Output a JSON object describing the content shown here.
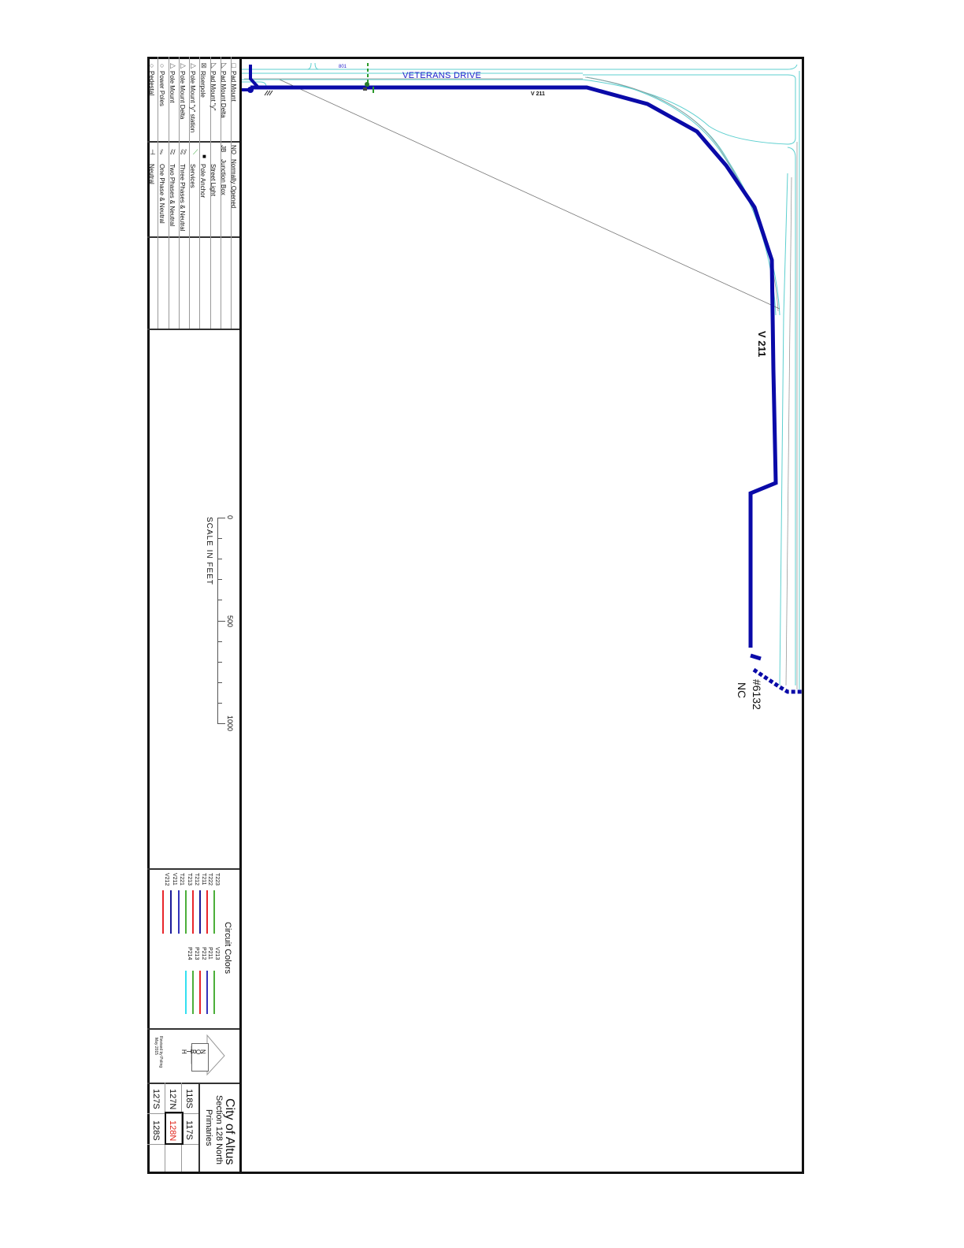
{
  "title_block": {
    "city": "City of Altus",
    "section": "Section 128 North",
    "layer": "Primaries",
    "revised": "Revised by Poling",
    "revised_date": "May 2015"
  },
  "section_grid": {
    "rows": [
      [
        "118S",
        "117S",
        ""
      ],
      [
        "127N",
        "128N",
        ""
      ],
      [
        "127S",
        "128S",
        ""
      ]
    ],
    "current": "128N",
    "current_color": "#e0241b"
  },
  "north_arrow": {
    "letters": [
      "N",
      "O",
      "R",
      "T",
      "H"
    ]
  },
  "symbol_legend": {
    "column1": [
      {
        "icon": "pad-mount-icon",
        "label": "Pad Mount"
      },
      {
        "icon": "pad-mount-delta-icon",
        "label": "Pad Mount Delta"
      },
      {
        "icon": "pad-mount-y-icon",
        "label": "Pad Mount \"y\""
      },
      {
        "icon": "riserpole-icon",
        "label": "Riserpole"
      },
      {
        "icon": "pole-mount-y-station-icon",
        "label": "Pole Mount \"y\" station"
      },
      {
        "icon": "pole-mount-delta-icon",
        "label": "Pole Mount Delta"
      },
      {
        "icon": "pole-mount-icon",
        "label": "Pole Mount"
      },
      {
        "icon": "power-poles-icon",
        "label": "Power Poles"
      },
      {
        "icon": "pedestal-icon",
        "label": "Pedestal"
      }
    ],
    "column2": [
      {
        "icon": "no-text",
        "code": "NO",
        "label": "Normally Opened"
      },
      {
        "icon": "jb-text",
        "code": "JB",
        "label": "Junction Box"
      },
      {
        "icon": "street-light-icon",
        "code": "",
        "label": "Street Light"
      },
      {
        "icon": "pole-anchor-icon",
        "code": "",
        "label": "Pole Anchor"
      },
      {
        "icon": "services-icon",
        "code": "",
        "label": "Services"
      },
      {
        "icon": "three-phase-icon",
        "code": "",
        "label": "Three Phases & Neutral"
      },
      {
        "icon": "two-phase-icon",
        "code": "",
        "label": "Two Phases & Neutral"
      },
      {
        "icon": "one-phase-icon",
        "code": "",
        "label": "One Phase & Neutral"
      },
      {
        "icon": "neutral-icon",
        "code": "",
        "label": "Neutral"
      }
    ]
  },
  "circuit_colors": {
    "title": "Circuit Colors",
    "left": [
      {
        "name": "T223",
        "color": "#4caf3a"
      },
      {
        "name": "T222",
        "color": "#e8262b"
      },
      {
        "name": "T211",
        "color": "#1a1a99"
      },
      {
        "name": "T212",
        "color": "#e8262b"
      },
      {
        "name": "T213",
        "color": "#4caf3a"
      },
      {
        "name": "T221",
        "color": "#3333bb"
      },
      {
        "name": "V211",
        "color": "#1a1a99"
      },
      {
        "name": "V212",
        "color": "#e8262b"
      }
    ],
    "right": [
      {
        "name": "V213",
        "color": "#4caf3a"
      },
      {
        "name": "P211",
        "color": "#3333bb"
      },
      {
        "name": "P212",
        "color": "#e8262b"
      },
      {
        "name": "P213",
        "color": "#4caf3a"
      },
      {
        "name": "P214",
        "color": "#33e0f0"
      }
    ]
  },
  "scale": {
    "label": "SCALE IN FEET",
    "ticks": [
      "0",
      "500",
      "1000"
    ]
  },
  "map": {
    "street_name": "VETERANS DRIVE",
    "circuit_label_small": "V 211",
    "circuit_label_large": "V 211",
    "address_label": "801",
    "device_label": "#6132",
    "device_status": "NC",
    "circuit_color": "#0a0aa8",
    "road_color": "#5ccfcf"
  }
}
